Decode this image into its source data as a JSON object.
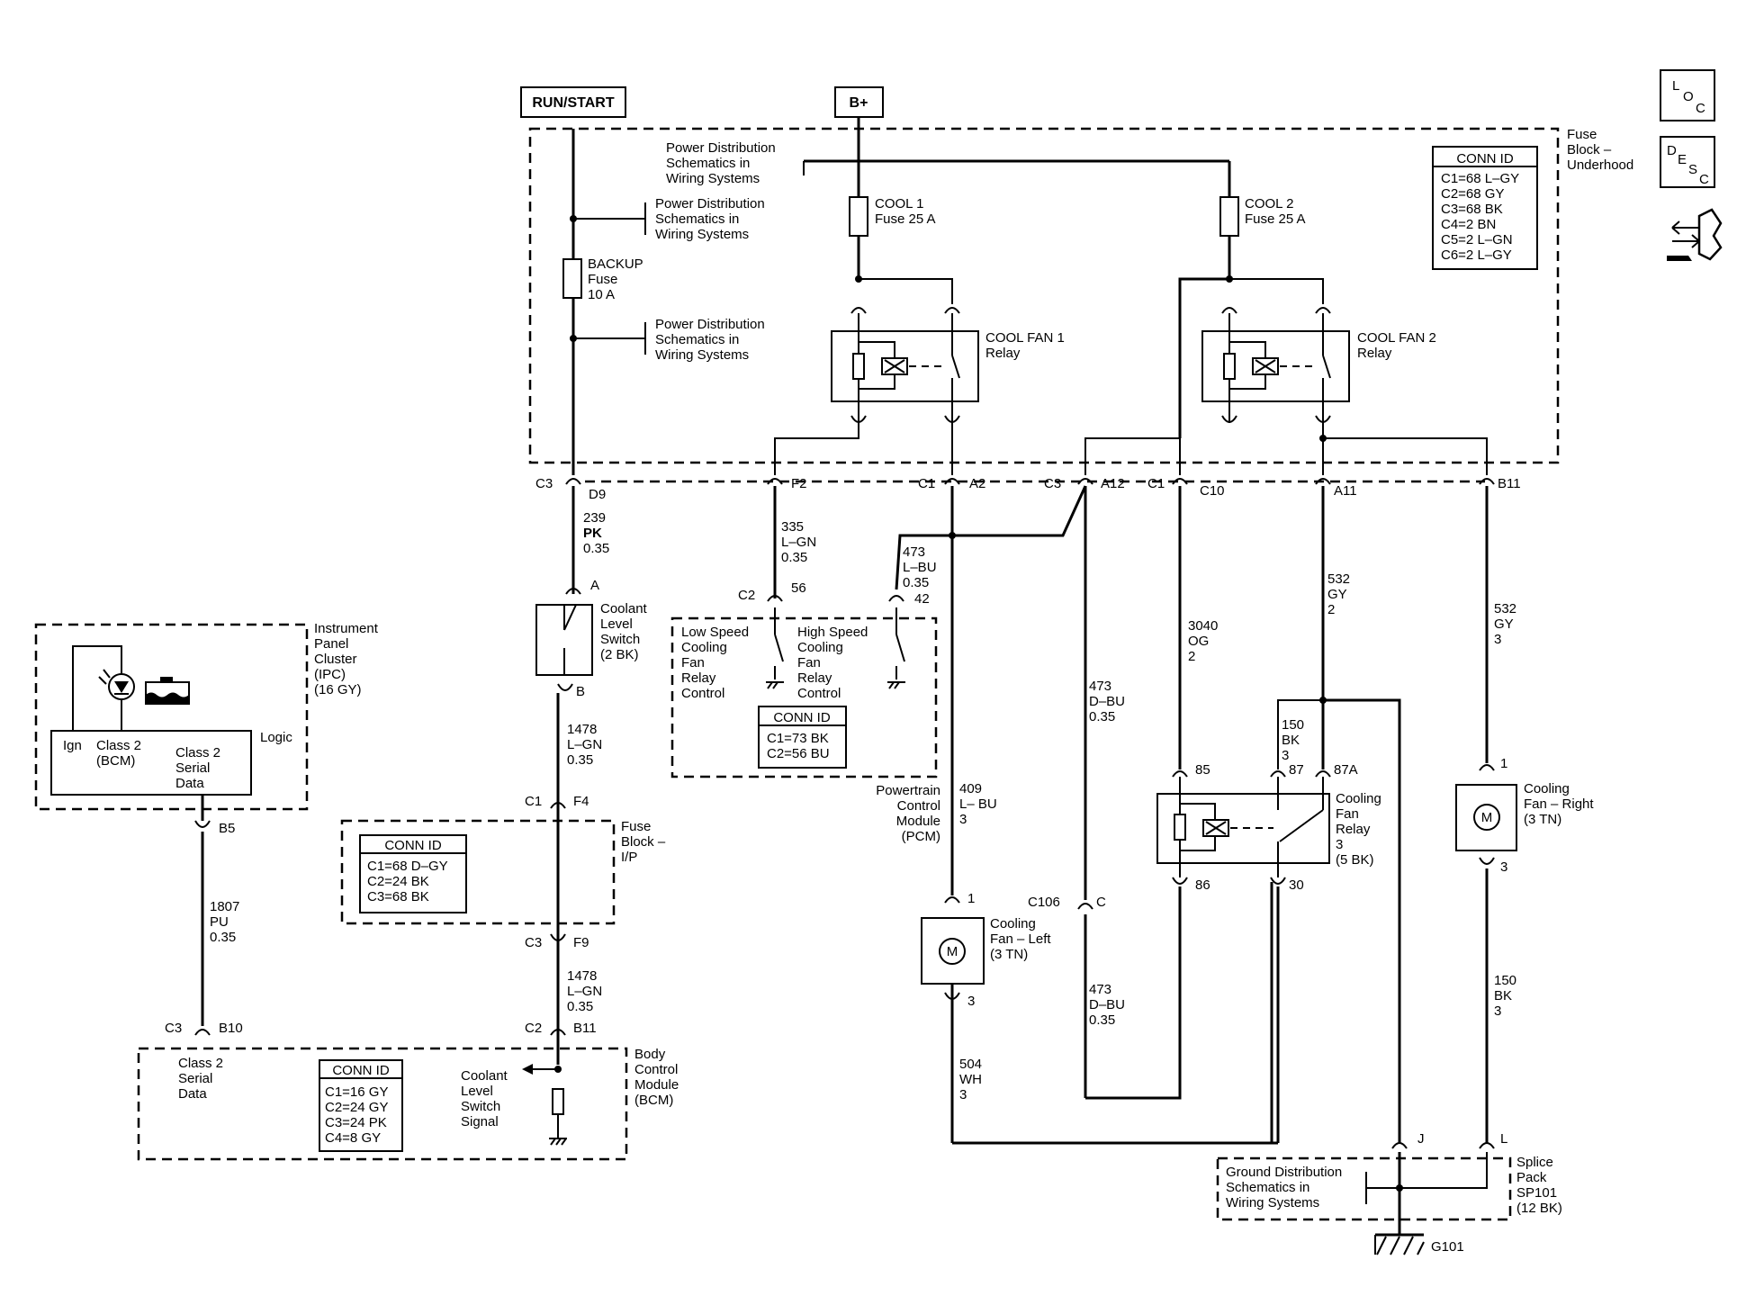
{
  "power_labels": {
    "run_start": "RUN/START",
    "b_plus": "B+"
  },
  "fuse_block_underhood": {
    "title": [
      "Fuse",
      "Block –",
      "Underhood"
    ],
    "pds_lines": [
      "Power Distribution",
      "Schematics in",
      "Wiring Systems"
    ],
    "backup_fuse": [
      "BACKUP",
      "Fuse",
      "10 A"
    ],
    "cool1_fuse": [
      "COOL 1",
      "Fuse 25 A"
    ],
    "cool2_fuse": [
      "COOL 2",
      "Fuse 25 A"
    ],
    "relay1": [
      "COOL FAN 1",
      "Relay"
    ],
    "relay2": [
      "COOL FAN 2",
      "Relay"
    ],
    "conn_id": {
      "title": "CONN ID",
      "rows": [
        "C1=68 L–GY",
        "C2=68 GY",
        "C3=68 BK",
        "C4=2 BN",
        "C5=2 L–GN",
        "C6=2 L–GY"
      ]
    }
  },
  "connectors": {
    "c3": "C3",
    "d9": "D9",
    "f2": "F2",
    "c1": "C1",
    "a2": "A2",
    "c3b": "C3",
    "a12": "A12",
    "c1b": "C1",
    "c10": "C10",
    "a11": "A11",
    "b11": "B11"
  },
  "wires": {
    "w239": [
      "239",
      "PK",
      "0.35"
    ],
    "w335": [
      "335",
      "L–GN",
      "0.35"
    ],
    "w473a": [
      "473",
      "L–BU",
      "0.35"
    ],
    "w532a": [
      "532",
      "GY",
      "2"
    ],
    "w532b": [
      "532",
      "GY",
      "3"
    ],
    "w3040": [
      "3040",
      "OG",
      "2"
    ],
    "w473b": [
      "473",
      "D–BU",
      "0.35"
    ],
    "w409": [
      "409",
      "L– BU",
      "3"
    ],
    "w1478a": [
      "1478",
      "L–GN",
      "0.35"
    ],
    "w1478b": [
      "1478",
      "L–GN",
      "0.35"
    ],
    "w1807": [
      "1807",
      "PU",
      "0.35"
    ],
    "w150a": [
      "150",
      "BK",
      "3"
    ],
    "w150b": [
      "150",
      "BK",
      "3"
    ],
    "w473c": [
      "473",
      "D–BU",
      "0.35"
    ],
    "w504": [
      "504",
      "WH",
      "3"
    ]
  },
  "coolant_switch": {
    "label": [
      "Coolant",
      "Level",
      "Switch",
      "(2 BK)"
    ],
    "pin_a": "A",
    "pin_b": "B"
  },
  "pcm": {
    "c2": "C2",
    "p56": "56",
    "p42": "42",
    "low": [
      "Low Speed",
      "Cooling",
      "Fan",
      "Relay",
      "Control"
    ],
    "high": [
      "High Speed",
      "Cooling",
      "Fan",
      "Relay",
      "Control"
    ],
    "conn_id": {
      "title": "CONN ID",
      "rows": [
        "C1=73 BK",
        "C2=56 BU"
      ]
    },
    "title": [
      "Powertrain",
      "Control",
      "Module",
      "(PCM)"
    ]
  },
  "ipc": {
    "title": [
      "Instrument",
      "Panel",
      "Cluster",
      "(IPC)",
      "(16 GY)"
    ],
    "ign": "Ign",
    "class2bcm": [
      "Class 2",
      "(BCM)"
    ],
    "serial": [
      "Class 2",
      "Serial",
      "Data"
    ],
    "logic": "Logic",
    "b5": "B5"
  },
  "fuse_block_ip": {
    "title": [
      "Fuse",
      "Block –",
      "I/P"
    ],
    "c1": "C1",
    "f4": "F4",
    "c3": "C3",
    "f9": "F9",
    "conn_id": {
      "title": "CONN ID",
      "rows": [
        "C1=68 D–GY",
        "C2=24 BK",
        "C3=68 BK"
      ]
    }
  },
  "bcm": {
    "c3": "C3",
    "b10": "B10",
    "c2": "C2",
    "b11": "B11",
    "serial": [
      "Class 2",
      "Serial",
      "Data"
    ],
    "signal": [
      "Coolant",
      "Level",
      "Switch",
      "Signal"
    ],
    "title": [
      "Body",
      "Control",
      "Module",
      "(BCM)"
    ],
    "conn_id": {
      "title": "CONN ID",
      "rows": [
        "C1=16 GY",
        "C2=24 GY",
        "C3=24 PK",
        "C4=8 GY"
      ]
    }
  },
  "fan_left": {
    "label": [
      "Cooling",
      "Fan – Left",
      "(3 TN)"
    ],
    "p1": "1",
    "p3": "3",
    "m": "M"
  },
  "fan_right": {
    "label": [
      "Cooling",
      "Fan – Right",
      "(3 TN)"
    ],
    "p1": "1",
    "p3": "3",
    "m": "M"
  },
  "c106": {
    "name": "C106",
    "pin": "C"
  },
  "fan_relay": {
    "label": [
      "Cooling",
      "Fan",
      "Relay",
      "3",
      "(5 BK)"
    ],
    "p85": "85",
    "p87": "87",
    "p87a": "87A",
    "p86": "86",
    "p30": "30"
  },
  "splice": {
    "label": [
      "Splice",
      "Pack",
      "SP101",
      "(12 BK)"
    ],
    "j": "J",
    "l": "L"
  },
  "ground_dist": [
    "Ground Distribution",
    "Schematics in",
    "Wiring Systems"
  ],
  "g101": "G101",
  "icons": {
    "loc": [
      "L",
      "O",
      "C"
    ],
    "desc": [
      "D",
      "E",
      "S",
      "C"
    ],
    "nav": "harness-arrows-icon"
  }
}
